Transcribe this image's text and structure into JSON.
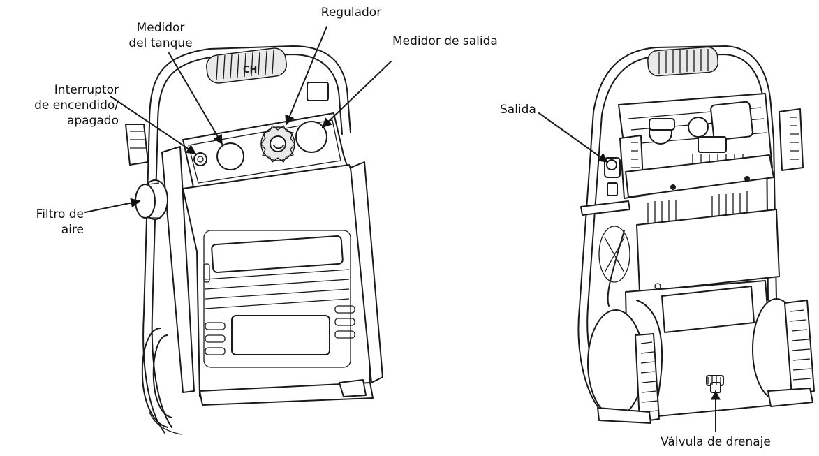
{
  "labels": {
    "regulator": "Regulador",
    "tank_gauge_l1": "Medidor",
    "tank_gauge_l2": "del tanque",
    "outlet_gauge": "Medidor de salida",
    "switch_l1": "Interruptor",
    "switch_l2": "de encendido/",
    "switch_l3": "apagado",
    "air_filter_l1": "Filtro de",
    "air_filter_l2": "aire",
    "outlet": "Salida",
    "drain_valve": "Válvula de drenaje"
  },
  "handle_text": "CH"
}
